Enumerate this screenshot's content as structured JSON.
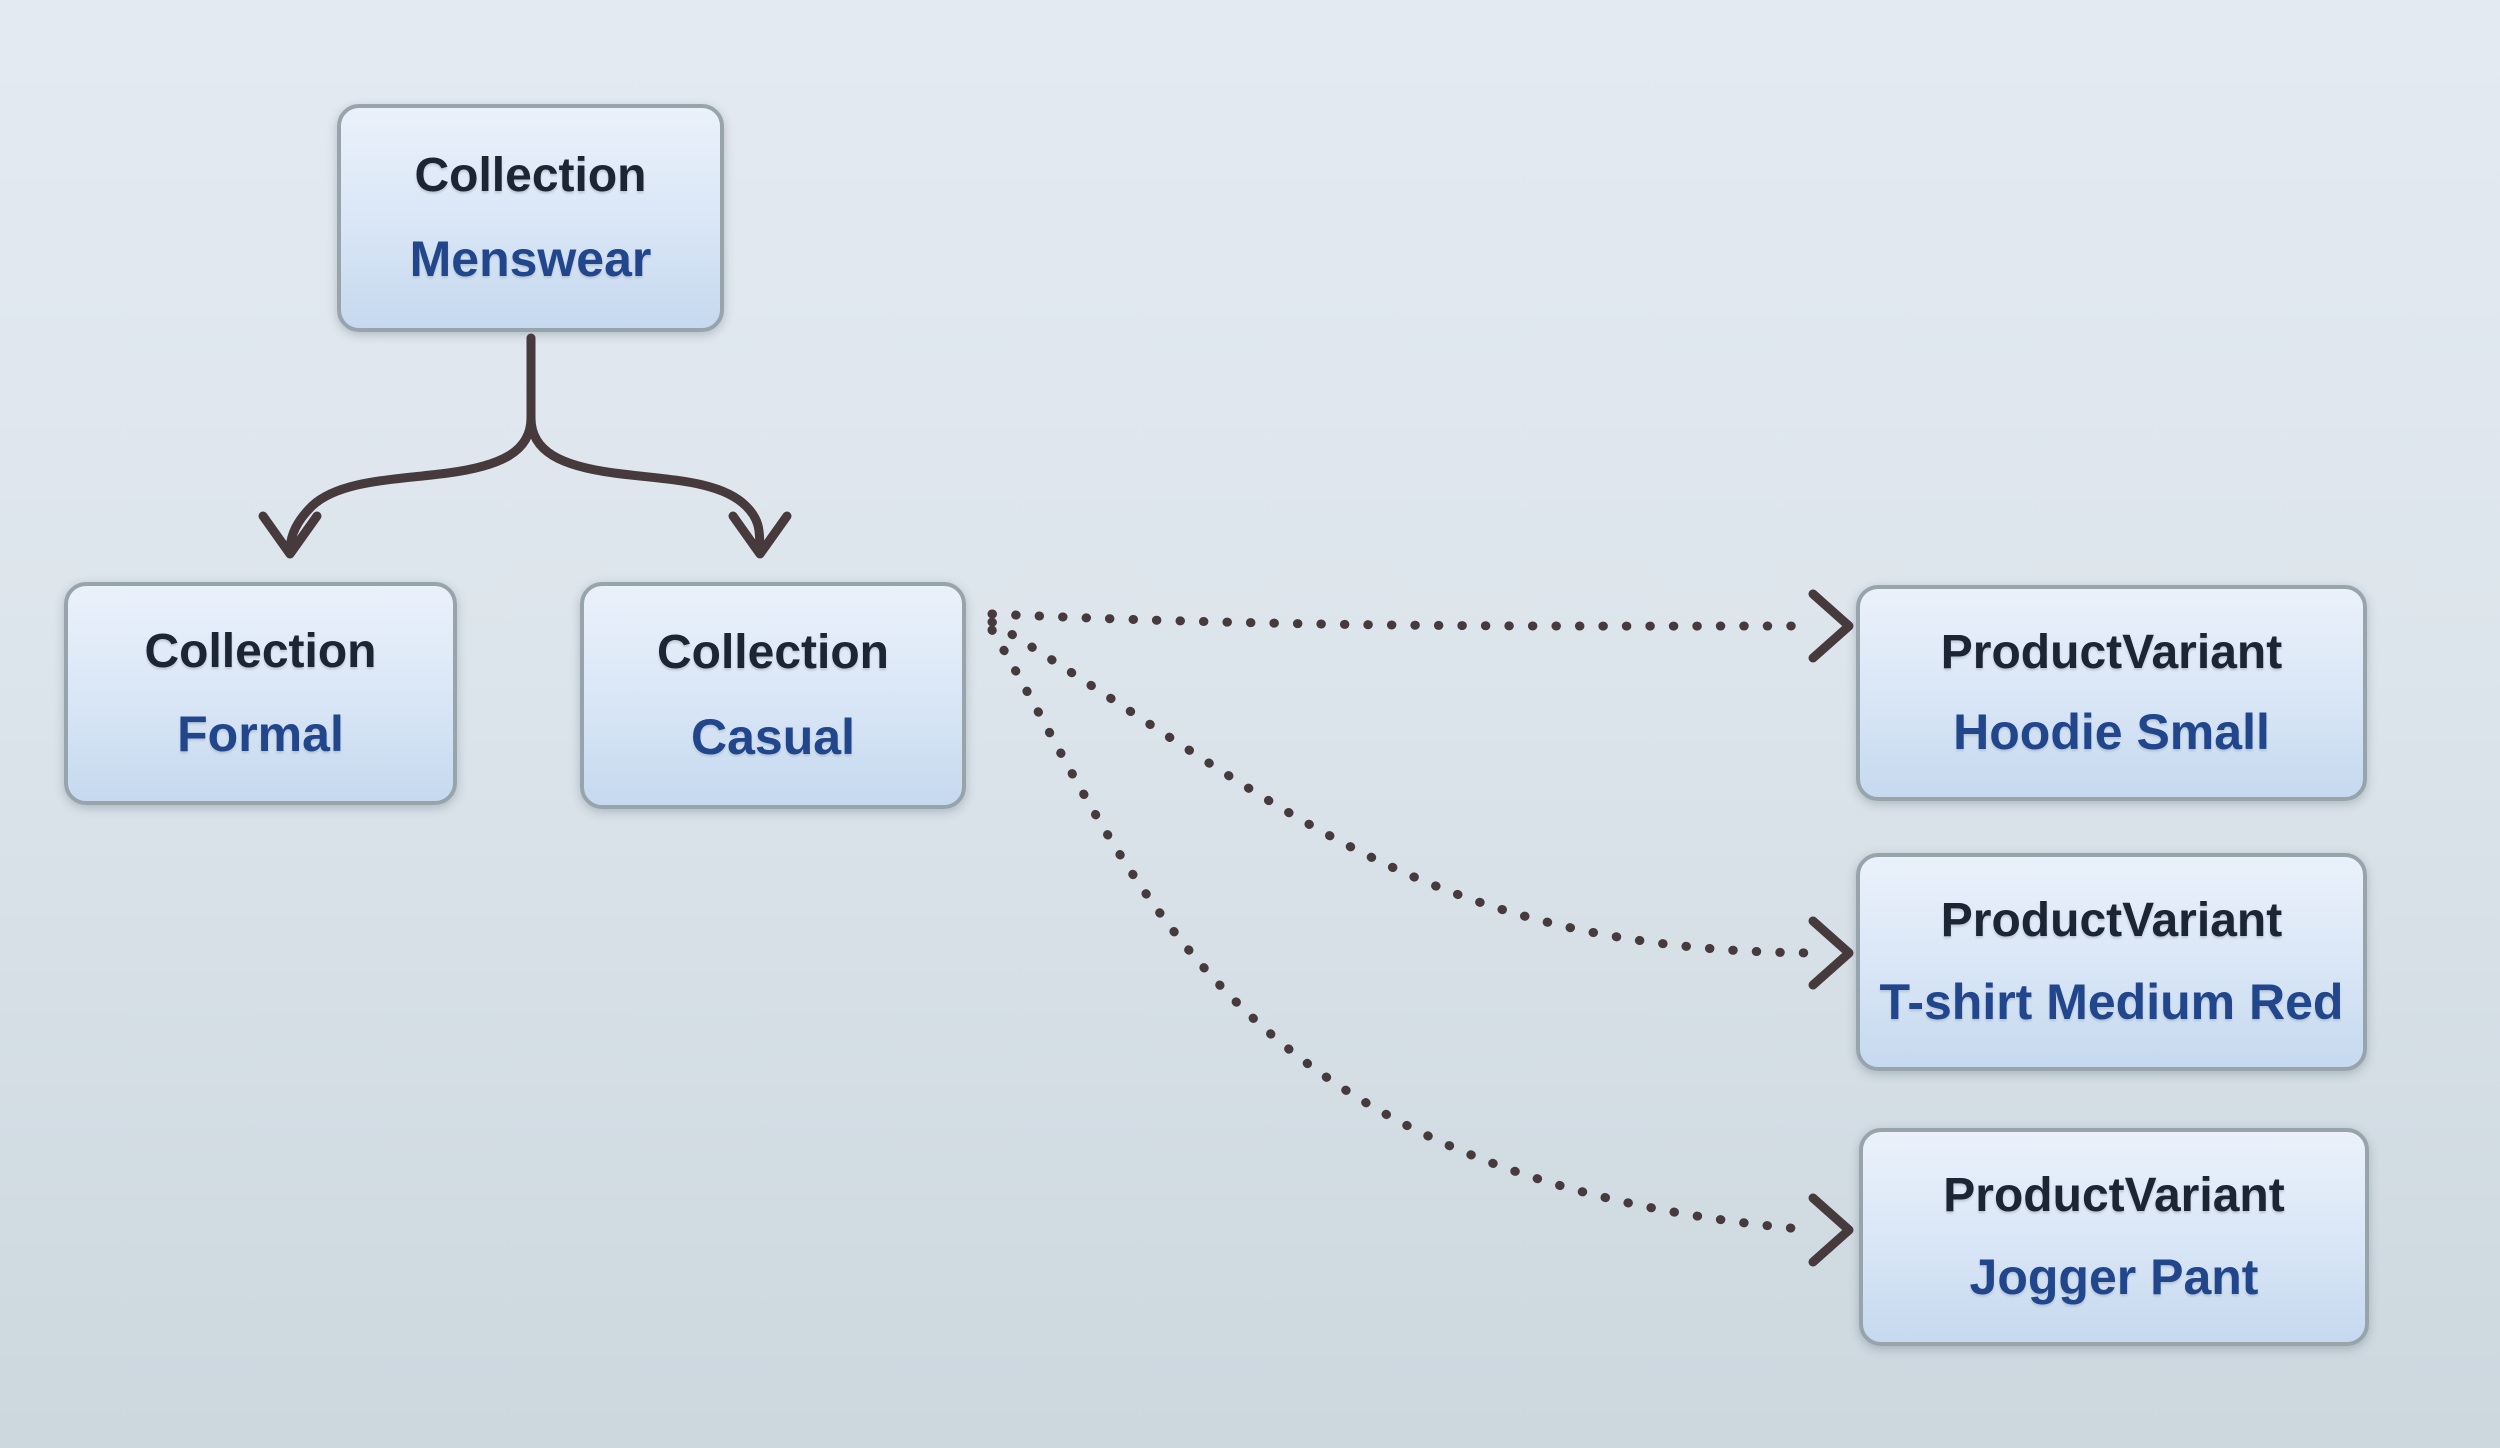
{
  "nodes": [
    {
      "type": "Collection",
      "name": "Menswear"
    },
    {
      "type": "Collection",
      "name": "Formal"
    },
    {
      "type": "Collection",
      "name": "Casual"
    },
    {
      "type": "ProductVariant",
      "name": "Hoodie Small"
    },
    {
      "type": "ProductVariant",
      "name": "T-shirt Medium Red"
    },
    {
      "type": "ProductVariant",
      "name": "Jogger Pant"
    }
  ],
  "edges": [
    {
      "from": "Menswear",
      "to": "Formal",
      "style": "solid"
    },
    {
      "from": "Menswear",
      "to": "Casual",
      "style": "solid"
    },
    {
      "from": "Casual",
      "to": "Hoodie Small",
      "style": "dotted"
    },
    {
      "from": "Casual",
      "to": "T-shirt Medium Red",
      "style": "dotted"
    },
    {
      "from": "Casual",
      "to": "Jogger Pant",
      "style": "dotted"
    }
  ],
  "colors": {
    "canvas-top": "#e4eaf2",
    "canvas-mid": "#dde5ec",
    "canvas-bottom": "#ccd7de",
    "node-border": "#98a4ac",
    "node-fill-top": "#eaf1fb",
    "node-fill-mid": "#dce8f7",
    "node-fill-bottom": "#c6d9ef",
    "type-text": "#1b2533",
    "name-text": "#21468b",
    "arrow": "#473a3c"
  }
}
